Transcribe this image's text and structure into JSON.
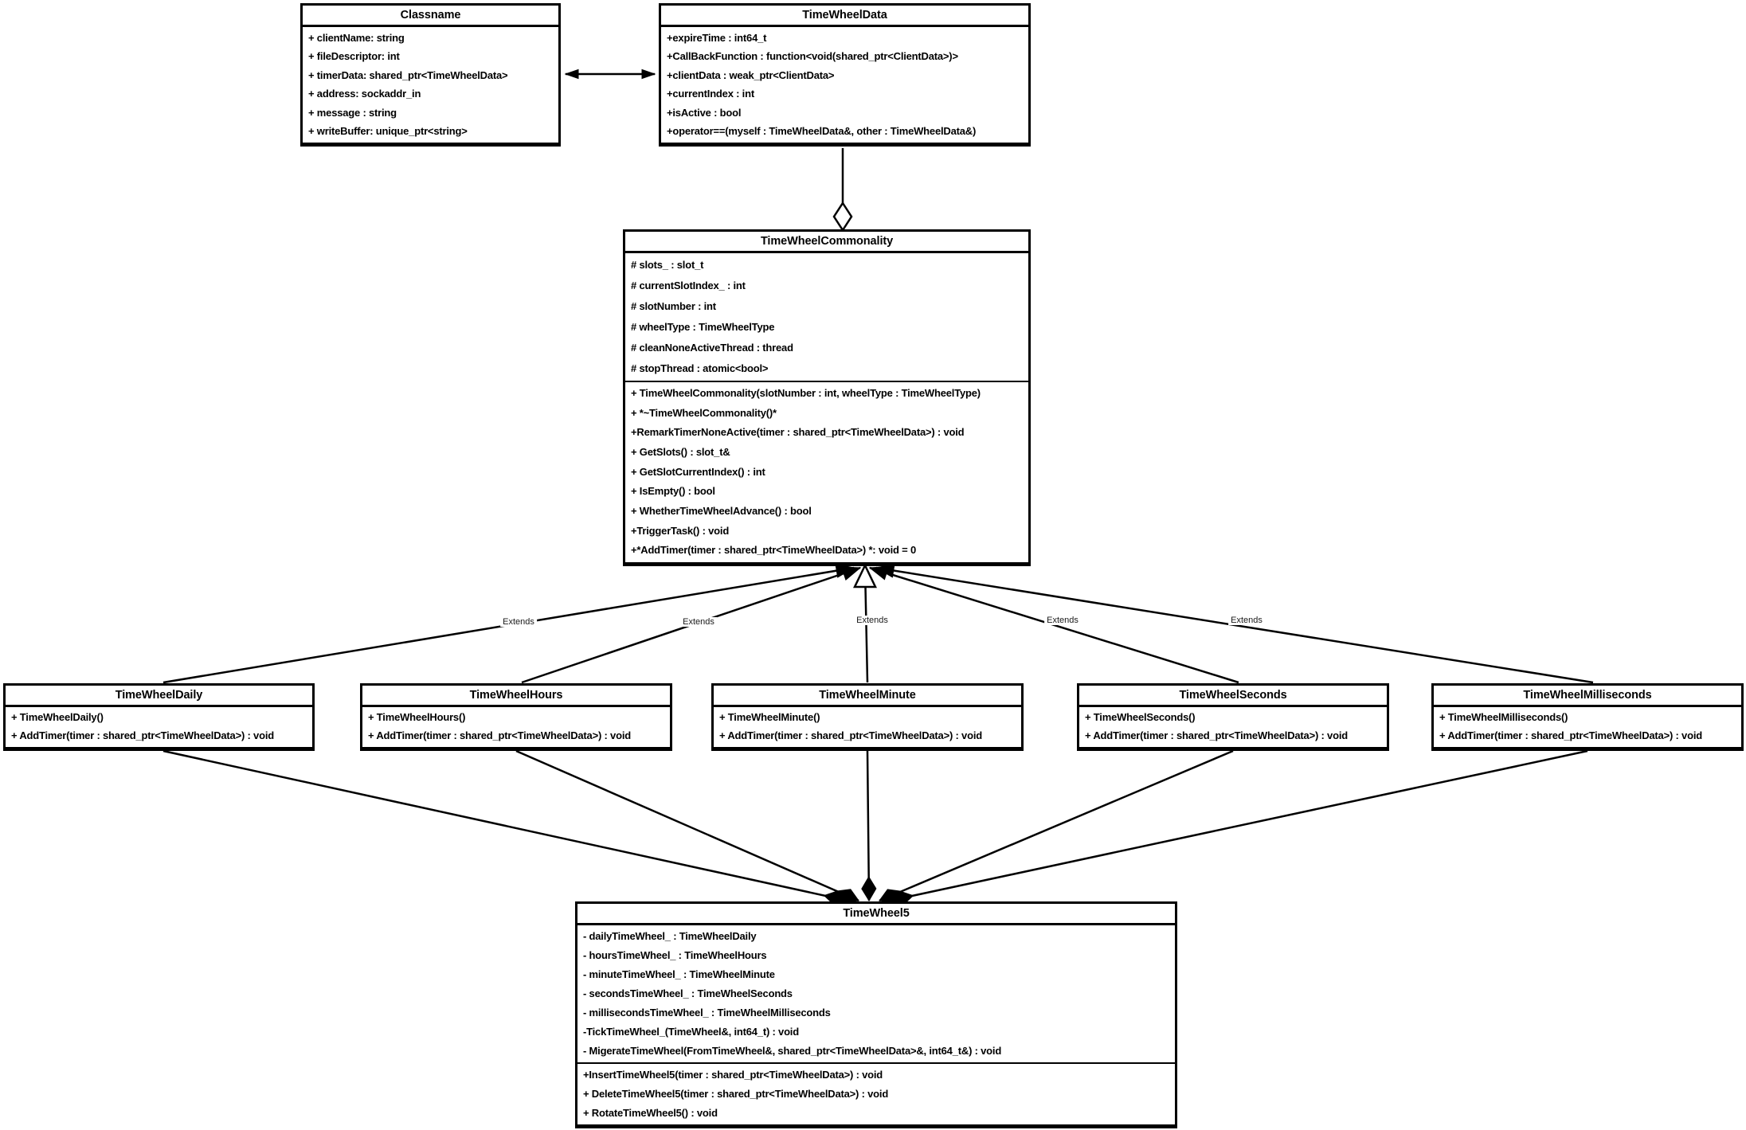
{
  "classes": {
    "classname": {
      "title": "Classname",
      "compartments": [
        [
          "+ clientName: string",
          "+ fileDescriptor: int",
          "+ timerData: shared_ptr<TimeWheelData>",
          "+ address: sockaddr_in",
          "+ message : string",
          "+ writeBuffer: unique_ptr<string>"
        ]
      ]
    },
    "timewheeldata": {
      "title": "TimeWheelData",
      "compartments": [
        [
          "+expireTime : int64_t",
          "+CallBackFunction : function<void(shared_ptr<ClientData>)>",
          "+clientData : weak_ptr<ClientData>",
          "+currentIndex : int",
          "+isActive : bool",
          "+operator==(myself : TimeWheelData&, other : TimeWheelData&)"
        ]
      ]
    },
    "commonality": {
      "title": "TimeWheelCommonality",
      "compartments": [
        [
          "# slots_ : slot_t",
          "# currentSlotIndex_ : int",
          "# slotNumber : int",
          "# wheelType : TimeWheelType",
          "# cleanNoneActiveThread : thread",
          "# stopThread : atomic<bool>"
        ],
        [
          "+ TimeWheelCommonality(slotNumber : int, wheelType : TimeWheelType)",
          "+ *~TimeWheelCommonality()*",
          "+RemarkTimerNoneActive(timer : shared_ptr<TimeWheelData>) : void",
          "+ GetSlots() : slot_t&",
          "+ GetSlotCurrentIndex() : int",
          "+ IsEmpty() : bool",
          "+ WhetherTimeWheelAdvance() : bool",
          "+TriggerTask() : void",
          "+*AddTimer(timer : shared_ptr<TimeWheelData>) *: void = 0"
        ]
      ]
    },
    "daily": {
      "title": "TimeWheelDaily",
      "compartments": [
        [
          "+ TimeWheelDaily()",
          "+ AddTimer(timer : shared_ptr<TimeWheelData>) : void"
        ]
      ]
    },
    "hours": {
      "title": "TimeWheelHours",
      "compartments": [
        [
          "+ TimeWheelHours()",
          "+ AddTimer(timer : shared_ptr<TimeWheelData>) : void"
        ]
      ]
    },
    "minute": {
      "title": "TimeWheelMinute",
      "compartments": [
        [
          "+ TimeWheelMinute()",
          "+ AddTimer(timer : shared_ptr<TimeWheelData>) : void"
        ]
      ]
    },
    "seconds": {
      "title": "TimeWheelSeconds",
      "compartments": [
        [
          "+ TimeWheelSeconds()",
          "+ AddTimer(timer : shared_ptr<TimeWheelData>) : void"
        ]
      ]
    },
    "milliseconds": {
      "title": "TimeWheelMilliseconds",
      "compartments": [
        [
          "+ TimeWheelMilliseconds()",
          "+ AddTimer(timer : shared_ptr<TimeWheelData>) : void"
        ]
      ]
    },
    "timewheel5": {
      "title": "TimeWheel5",
      "compartments": [
        [
          "- dailyTimeWheel_ : TimeWheelDaily",
          "- hoursTimeWheel_ : TimeWheelHours",
          "- minuteTimeWheel_ : TimeWheelMinute",
          "- secondsTimeWheel_ : TimeWheelSeconds",
          "- millisecondsTimeWheel_ : TimeWheelMilliseconds",
          "-TickTimeWheel_(TimeWheel&, int64_t) : void",
          "- MigerateTimeWheel(FromTimeWheel&, shared_ptr<TimeWheelData>&, int64_t&) : void"
        ],
        [
          "+InsertTimeWheel5(timer : shared_ptr<TimeWheelData>) : void",
          "+ DeleteTimeWheel5(timer : shared_ptr<TimeWheelData>) : void",
          "+ RotateTimeWheel5() : void"
        ]
      ]
    }
  },
  "edge_labels": [
    "Extends",
    "Extends",
    "Extends",
    "Extends",
    "Extends"
  ],
  "colors": {
    "line": "#000000",
    "background": "#ffffff"
  }
}
